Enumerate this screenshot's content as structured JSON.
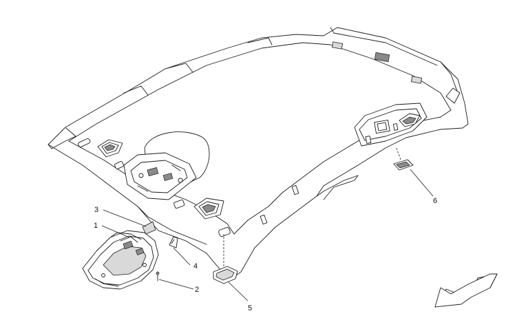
{
  "diagram": {
    "callouts": [
      {
        "id": "callout-1",
        "label": "1"
      },
      {
        "id": "callout-2",
        "label": "2"
      },
      {
        "id": "callout-3",
        "label": "3"
      },
      {
        "id": "callout-4",
        "label": "4"
      },
      {
        "id": "callout-5",
        "label": "5"
      },
      {
        "id": "callout-6",
        "label": "6"
      }
    ],
    "orientation_icon": "direction-arrow-icon"
  }
}
